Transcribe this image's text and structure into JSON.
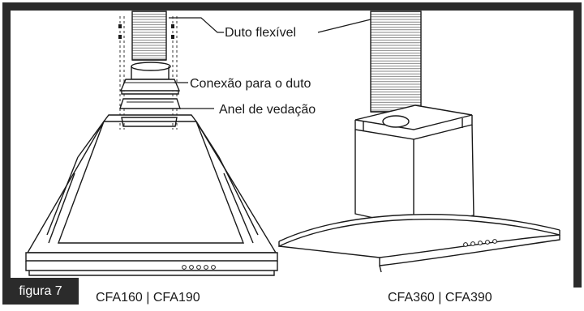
{
  "labels": {
    "flexible_duct": "Duto flexível",
    "duct_connection": "Conexão para o duto",
    "sealing_ring": "Anel de vedação"
  },
  "figure_tag": "figura 7",
  "models": {
    "left": "CFA160 | CFA190",
    "right": "CFA360 | CFA390"
  },
  "colors": {
    "frame": "#2b2b2b",
    "line": "#1a1a1a",
    "panel": "#ffffff"
  }
}
